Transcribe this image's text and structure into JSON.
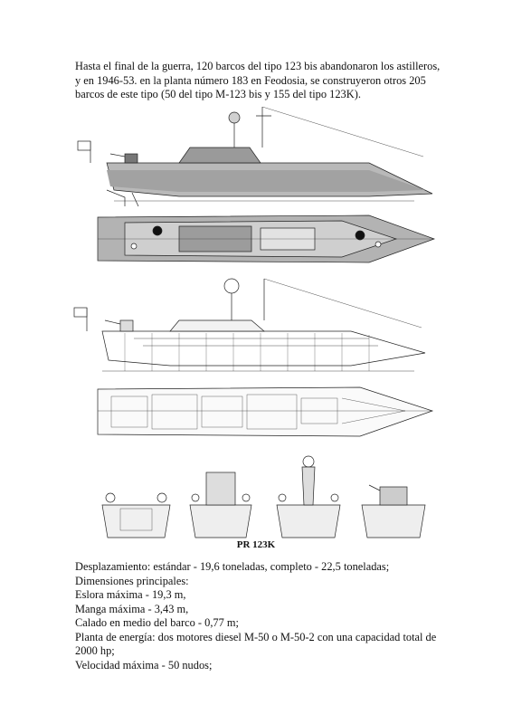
{
  "intro_text": "Hasta el final de la guerra, 120 barcos del tipo 123 bis abandonaron los astilleros, y en 1946-53. en la planta número 183 en Feodosia, se construyeron otros 205 barcos de este tipo (50 del tipo M-123 bis y 155 del tipo 123K).",
  "figure_caption": "PR 123K",
  "specs": [
    "Desplazamiento: estándar - 19,6 toneladas, completo - 22,5 toneladas;",
    "Dimensiones principales:",
    "Eslora máxima - 19,3 m,",
    "Manga máxima - 3,43 m,",
    "Calado en medio del barco - 0,77 m;",
    "Planta de energía: dos motores diesel M-50 o M-50-2 con una capacidad total de 2000 hp;",
    "Velocidad máxima - 50 nudos;"
  ],
  "colors": {
    "hull_gray": "#b9b9b9",
    "dark_gray": "#6e6e6e",
    "line": "#222222"
  }
}
